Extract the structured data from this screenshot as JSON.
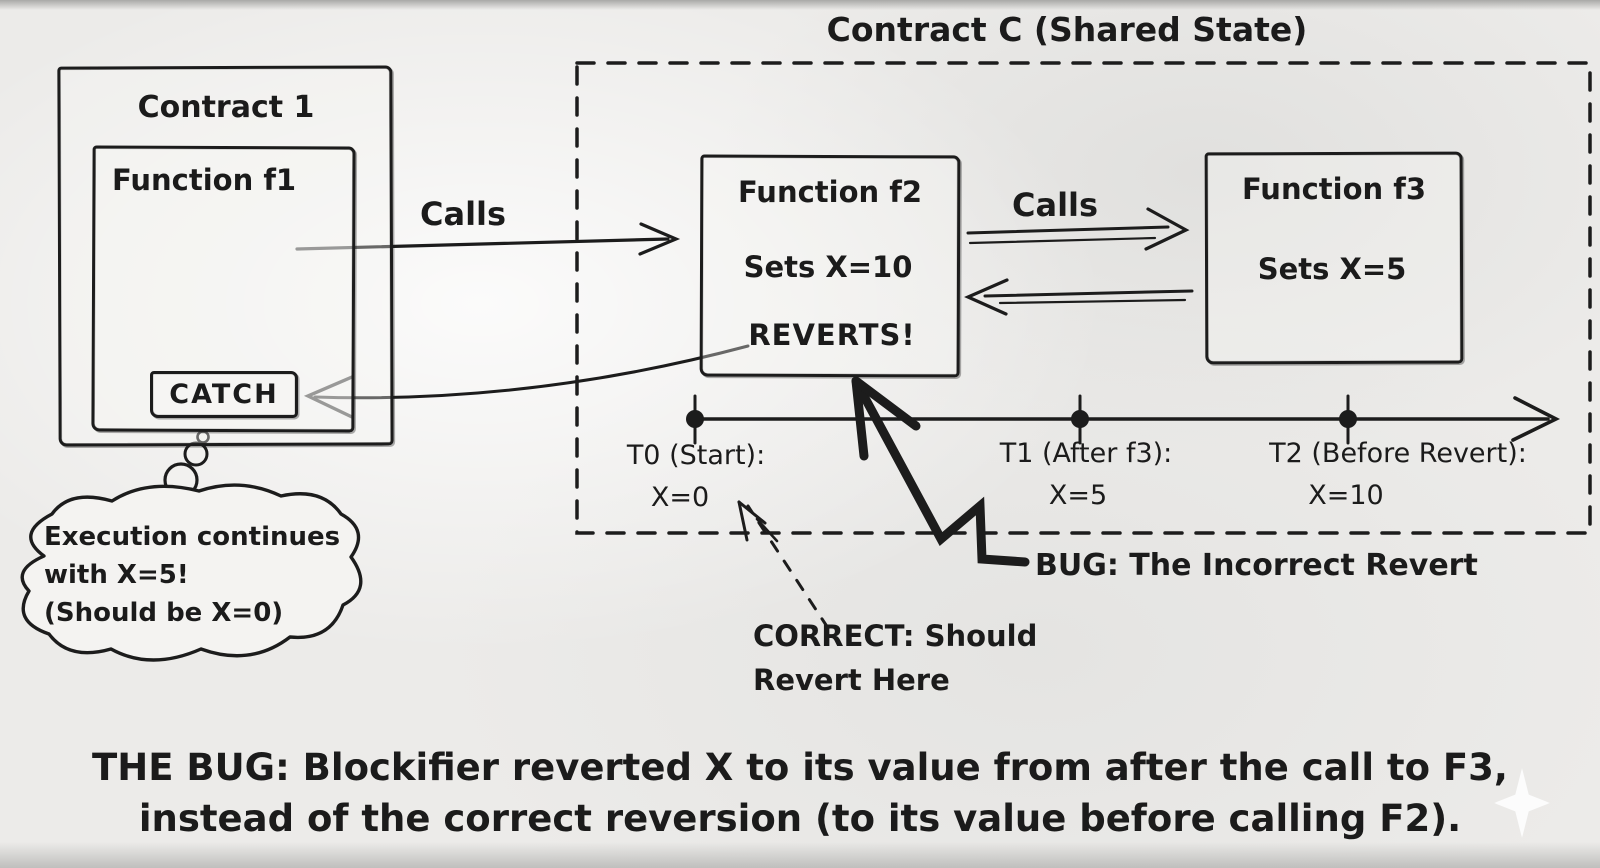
{
  "page": {
    "ink_color": "#1b1b1b",
    "paper_color": "#ecebe9"
  },
  "contract_c": {
    "title": "Contract C (Shared State)"
  },
  "contract_1": {
    "title": "Contract 1",
    "function_f1": {
      "title": "Function f1",
      "catch_label": "CATCH"
    }
  },
  "function_f2": {
    "title": "Function f2",
    "line2": "Sets X=10",
    "line3": "REVERTS!"
  },
  "function_f3": {
    "title": "Function f3",
    "line2": "Sets X=5"
  },
  "arrows": {
    "f1_to_f2_label": "Calls",
    "f2_to_f3_label": "Calls"
  },
  "timeline": {
    "points": [
      {
        "label": "T0 (Start):",
        "value": "X=0"
      },
      {
        "label": "T1 (After f3):",
        "value": "X=5"
      },
      {
        "label": "T2 (Before Revert):",
        "value": "X=10"
      }
    ]
  },
  "thought_cloud": {
    "line1": "Execution continues",
    "line2": "with X=5!",
    "line3": "(Should be X=0)"
  },
  "annotations": {
    "bug": "BUG: The Incorrect Revert",
    "correct_line1": "CORRECT: Should",
    "correct_line2": "Revert Here"
  },
  "footer": {
    "line1": "THE BUG: Blockifier reverted X to its value from after the call to F3,",
    "line2": "instead of the correct reversion (to its value before calling F2)."
  }
}
